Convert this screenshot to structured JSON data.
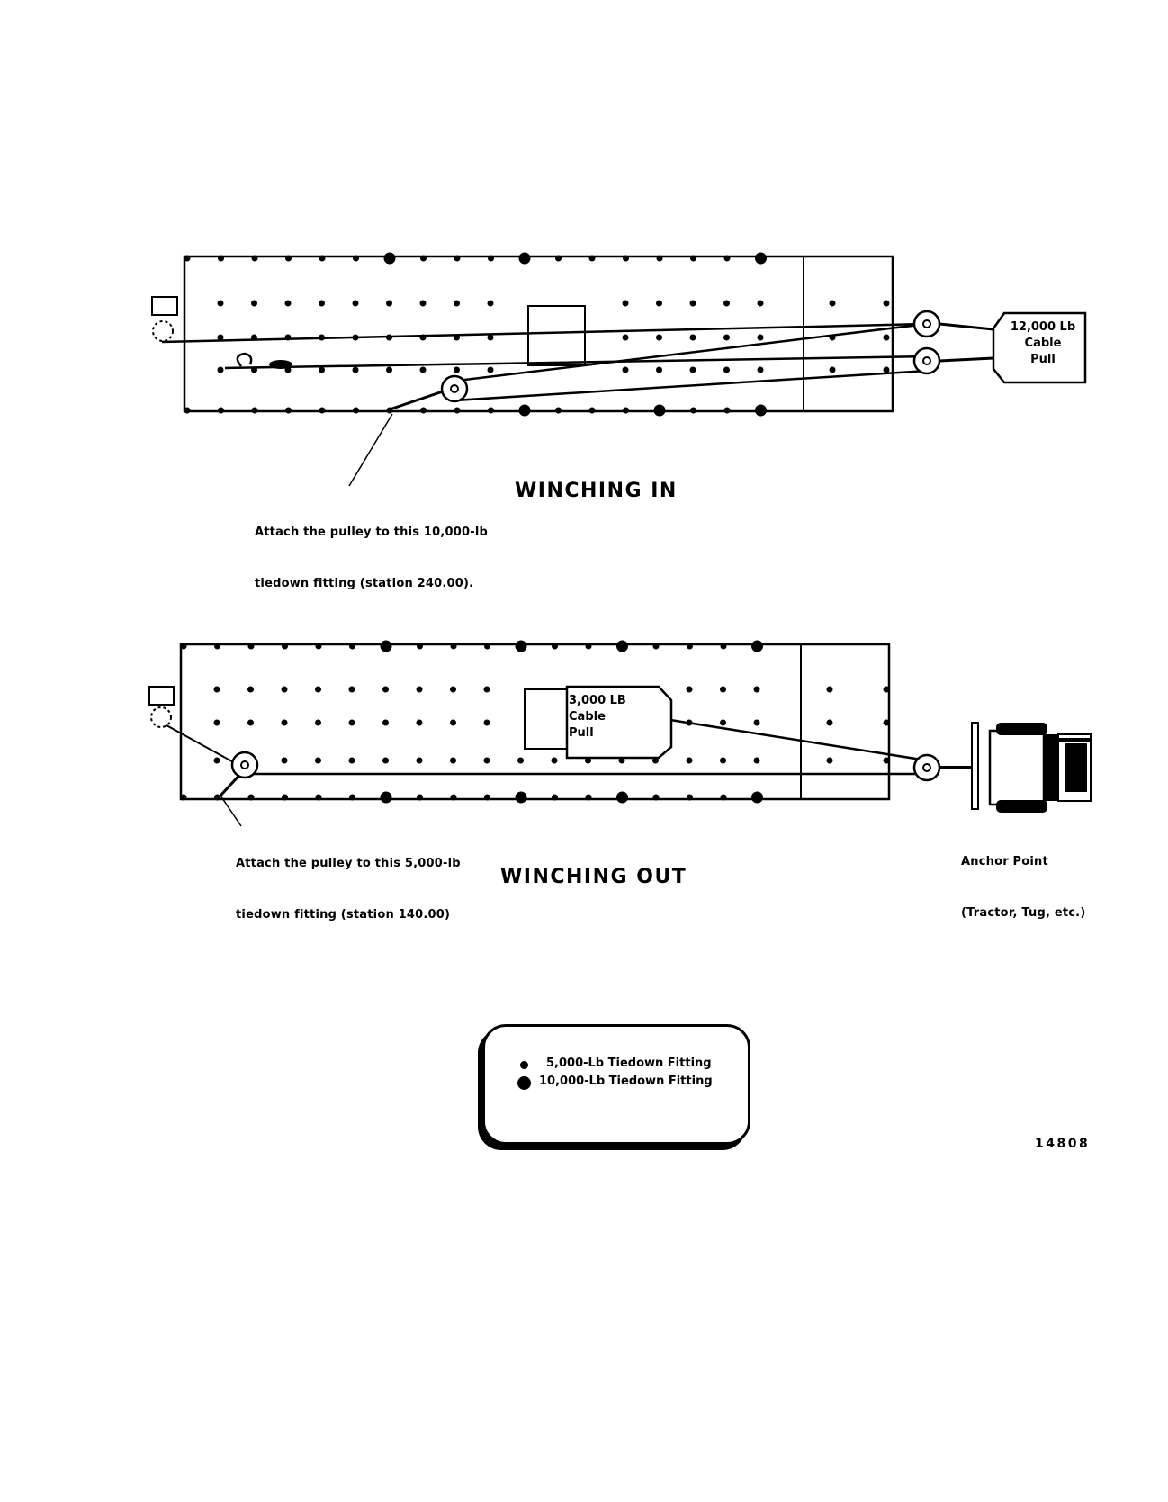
{
  "winching_in": {
    "title": "WINCHING IN",
    "cable_pull_box": [
      "12,000 Lb",
      "Cable",
      "Pull"
    ],
    "callout": [
      "Attach the pulley to this 10,000-lb",
      "tiedown fitting (station 240.00)."
    ]
  },
  "winching_out": {
    "title": "WINCHING OUT",
    "cable_pull_box": [
      "3,000 LB",
      "Cable",
      "Pull"
    ],
    "callout": [
      "Attach the pulley to this 5,000-lb",
      "tiedown fitting (station 140.00)"
    ],
    "anchor": [
      "Anchor Point",
      "(Tractor, Tug, etc.)"
    ]
  },
  "legend": {
    "small_fitting": "5,000-Lb Tiedown Fitting",
    "large_fitting": "10,000-Lb Tiedown Fitting"
  },
  "figure_number": "14808"
}
